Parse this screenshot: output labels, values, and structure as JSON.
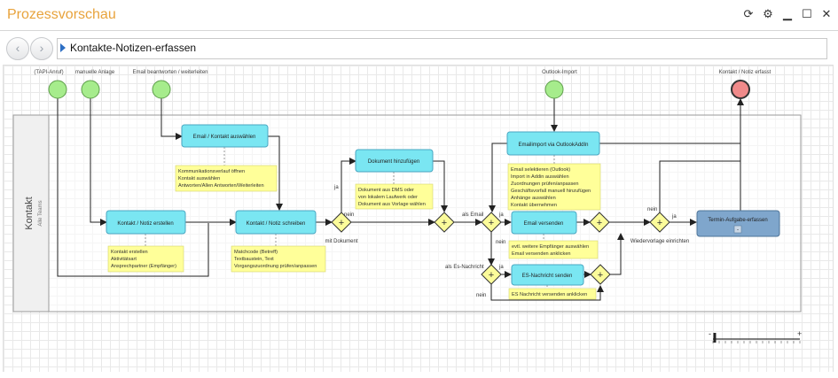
{
  "window": {
    "title": "Prozessvorschau",
    "icons": [
      "refresh-icon",
      "gear-icon",
      "minimize-icon",
      "maximize-icon",
      "close-icon"
    ]
  },
  "nav": {
    "back": "‹",
    "forward": "›",
    "address": "Kontakte-Notizen-erfassen"
  },
  "lane": {
    "title": "Kontakt",
    "subtitle": "Alle Teams"
  },
  "events": {
    "tapi": "(TAPI-Anruf)",
    "manual": "manuelle Anlage",
    "email_reply": "Email beantworten / weiterleiten",
    "outlook": "Outlook-Import",
    "end": "Kontakt / Notiz erfasst"
  },
  "tasks": {
    "email_select": "Email / Kontakt auswählen",
    "create_contact": "Kontakt / Notiz erstellen",
    "write_note": "Kontakt / Notiz schreiben",
    "add_doc": "Dokument hinzufügen",
    "email_import": "Emailimport via OutlookAddIn",
    "send_email": "Email versenden",
    "send_es": "ES-Nachricht senden",
    "appointment": "Termin-Aufgabe-erfassen",
    "appointment_marker": "-"
  },
  "notes": {
    "n_email_select": [
      "Kommunikationsverlauf öffnen",
      "Kontakt auswählen",
      "Antworten/Allen Antworten/Weiterleiten"
    ],
    "n_create": [
      "Kontakt erstellen",
      "Aktivitätsart",
      "Ansprechpartner (Empfänger)"
    ],
    "n_write": [
      "Matchcode (Betreff)",
      "Textbaustein, Text",
      "Vorgangszuordnung prüfen/anpassen"
    ],
    "n_doc": [
      "Dokument aus DMS oder",
      "von lokalem Laufwerk oder",
      "Dokument aus Vorlage wählen"
    ],
    "n_import": [
      "Email selektieren (Outlook)",
      "Import in Addin auswählen",
      "Zuordnungen prüfen/anpassen",
      "Geschäftsvorfall manuell hinzufügen",
      "Anhänge auswählen",
      "Kontakt übernehmen"
    ],
    "n_send": [
      "evtl. weitere Empfänger auswählen",
      "Email versenden anklicken"
    ],
    "n_es": [
      "ES Nachricht versenden anklicken"
    ]
  },
  "labels": {
    "ja1": "ja",
    "nein1": "nein",
    "mit_dok": "mit Dokument",
    "als_email": "als Email",
    "ja2": "ja",
    "nein2": "nein",
    "als_es": "als Es-Nachricht",
    "ja3": "ja",
    "nein3": "nein",
    "nein4": "nein",
    "ja4": "ja",
    "wiedervorlage": "Wiedervorlage einrichten"
  },
  "zoom": {
    "minus": "-",
    "plus": "+",
    "level": 0.02
  },
  "colors": {
    "title": "#e8a33c",
    "task_fill": "#7ae6f2",
    "task_stroke": "#4aa7c2",
    "note_fill": "#ffff99",
    "start_fill": "#a6ec8c",
    "end_fill": "#f08a8a",
    "gateway_fill": "#fbfb9a",
    "appointment_fill": "#7fa6cc"
  }
}
